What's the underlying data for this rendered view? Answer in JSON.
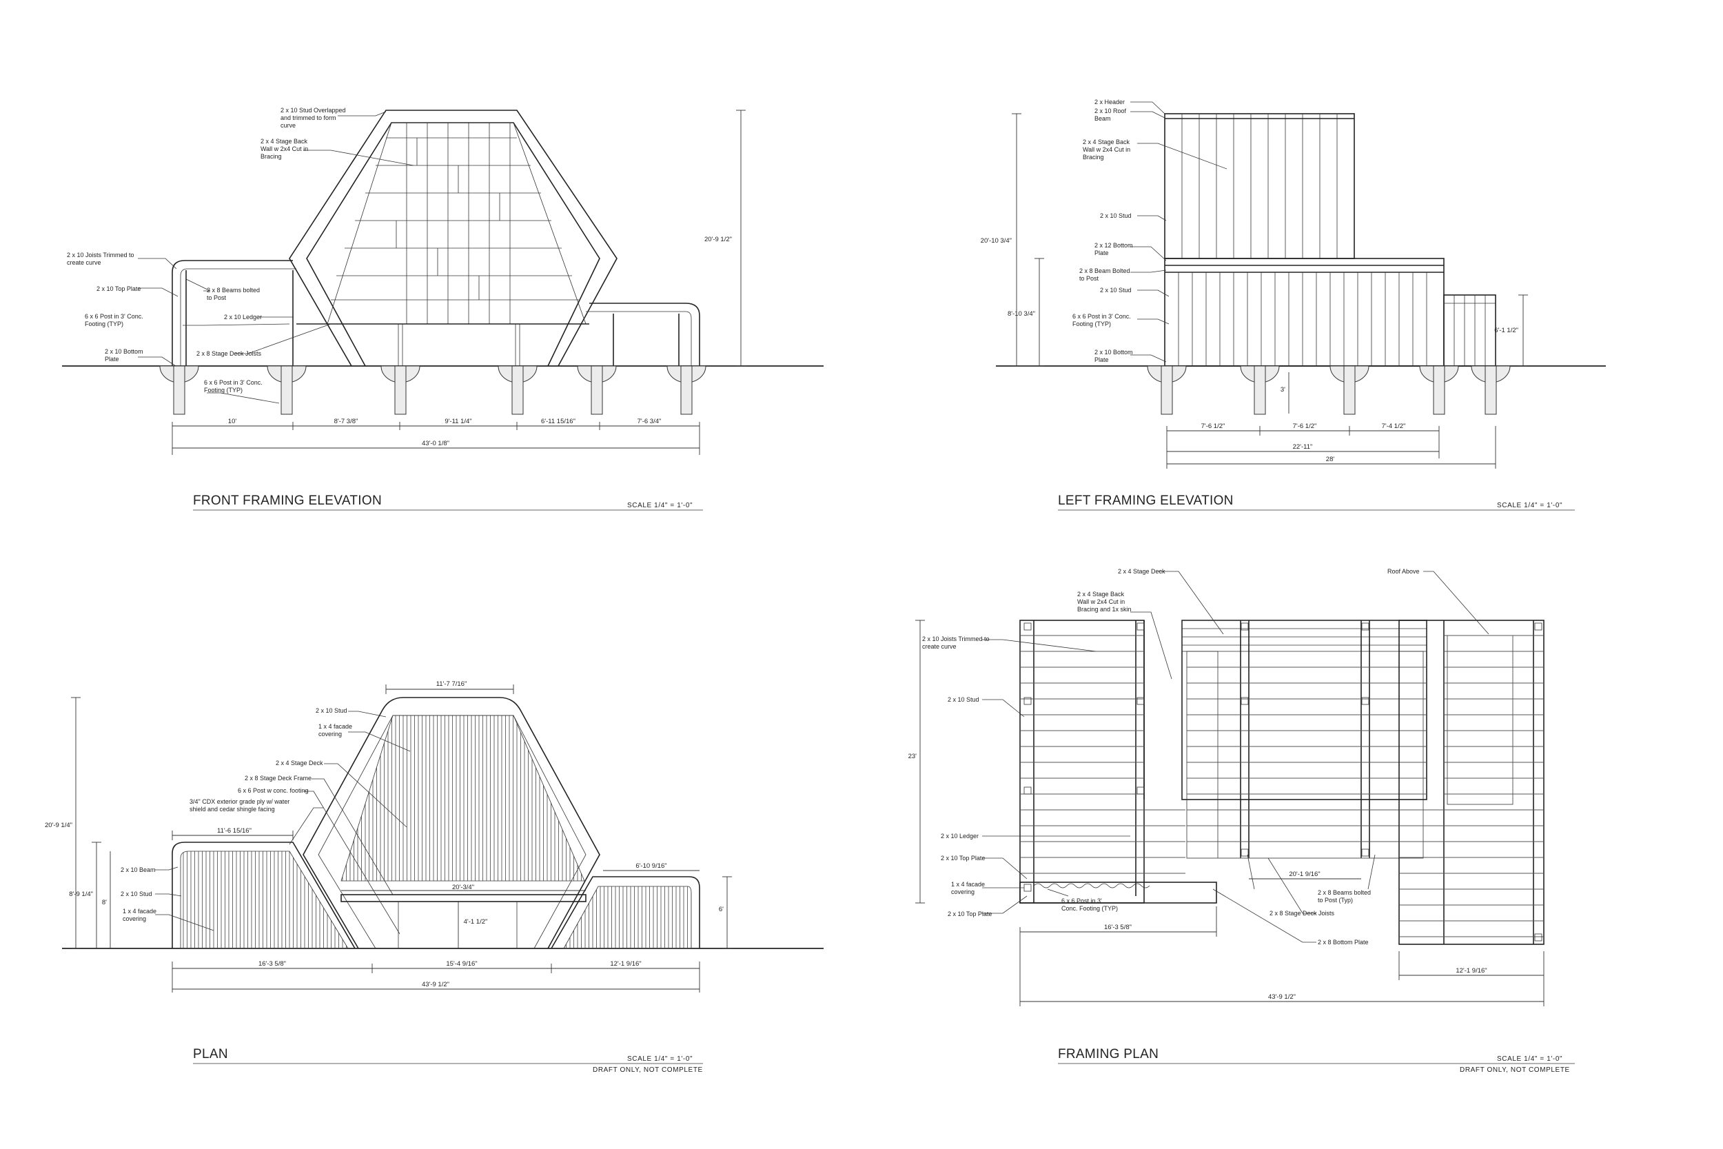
{
  "views": {
    "front": {
      "title": "FRONT FRAMING ELEVATION",
      "scale": "SCALE 1/4\" = 1'-0\"",
      "notes": [
        "2 x 10 Stud Overlapped",
        "and trimmed to form",
        "curve",
        "2 x 4 Stage Back",
        "Wall w 2x4 Cut in",
        "Bracing",
        "2 x 10 Joists Trimmed to",
        "create curve",
        "2 x 10 Top Plate",
        "2 x 8 Beams bolted",
        "to Post",
        "6 x 6 Post in 3' Conc.",
        "Footing (TYP)",
        "2 x 10 Ledger",
        "2 x 10 Bottom",
        "Plate",
        "2 x 8 Stage Deck Joists",
        "6 x 6 Post in 3' Conc.",
        "Footing (TYP)"
      ],
      "dims": [
        "10'",
        "8'-7 3/8\"",
        "9'-11 1/4\"",
        "6'-11 15/16\"",
        "7'-6 3/4\"",
        "43'-0 1/8\"",
        "20'-9 1/2\""
      ]
    },
    "left": {
      "title": "LEFT FRAMING ELEVATION",
      "scale": "SCALE 1/4\" = 1'-0\"",
      "notes": [
        "2 x Header",
        "2 x 10 Roof",
        "Beam",
        "2 x 4 Stage Back",
        "Wall w 2x4 Cut in",
        "Bracing",
        "2 x 10 Stud",
        "2 x 12 Bottom",
        "Plate",
        "2 x 8 Beam Bolted",
        "to Post",
        "2 x 10 Stud",
        "6 x 6 Post in 3' Conc.",
        "Footing (TYP)",
        "2 x 10 Bottom",
        "Plate"
      ],
      "dims": [
        "20'-10 3/4\"",
        "8'-10 3/4\"",
        "6'-1 1/2\"",
        "3'",
        "7'-6 1/2\"",
        "7'-6 1/2\"",
        "7'-4 1/2\"",
        "22'-11\"",
        "28'"
      ]
    },
    "plan": {
      "title": "PLAN",
      "scale": "SCALE 1/4\" = 1'-0\"",
      "draft": "DRAFT ONLY, NOT COMPLETE",
      "notes": [
        "2 x 10 Stud",
        "1 x 4 facade",
        "covering",
        "2 x 4 Stage Deck",
        "2 x 8 Stage Deck Frame",
        "6 x 6 Post w conc. footing",
        "3/4\" CDX exterior grade ply w/ water",
        "shield and cedar shingle facing",
        "2 x 10 Beam",
        "2 x 10 Stud",
        "1 x 4 facade",
        "covering"
      ],
      "dims": [
        "11'-7 7/16\"",
        "11'-6 15/16\"",
        "6'-10 9/16\"",
        "20'-3/4\"",
        "4'-1 1/2\"",
        "20'-9 1/4\"",
        "8'-9 1/4\"",
        "8'",
        "6'",
        "16'-3 5/8\"",
        "15'-4 9/16\"",
        "12'-1 9/16\"",
        "43'-9 1/2\""
      ]
    },
    "framing": {
      "title": "FRAMING PLAN",
      "scale": "SCALE 1/4\" = 1'-0\"",
      "draft": "DRAFT ONLY, NOT COMPLETE",
      "notes": [
        "2 x 4 Stage Deck",
        "2 x 4 Stage Back",
        "Wall w 2x4 Cut in",
        "Bracing and 1x skin",
        "Roof Above",
        "2 x 10 Joists Trimmed to",
        "create curve",
        "2 x 10 Stud",
        "2 x 10 Ledger",
        "2 x 10 Top Plate",
        "1 x 4 facade",
        "covering",
        "2 x 10 Top Plate",
        "6 x 6 Post in 3'",
        "Conc. Footing (TYP)",
        "2 x 8 Beams bolted",
        "to Post (Typ)",
        "2 x 8 Stage Deck Joists",
        "2 x 8 Bottom Plate"
      ],
      "dims": [
        "23'",
        "20'-1 9/16\"",
        "16'-3 5/8\"",
        "12'-1 9/16\"",
        "43'-9 1/2\""
      ]
    }
  }
}
